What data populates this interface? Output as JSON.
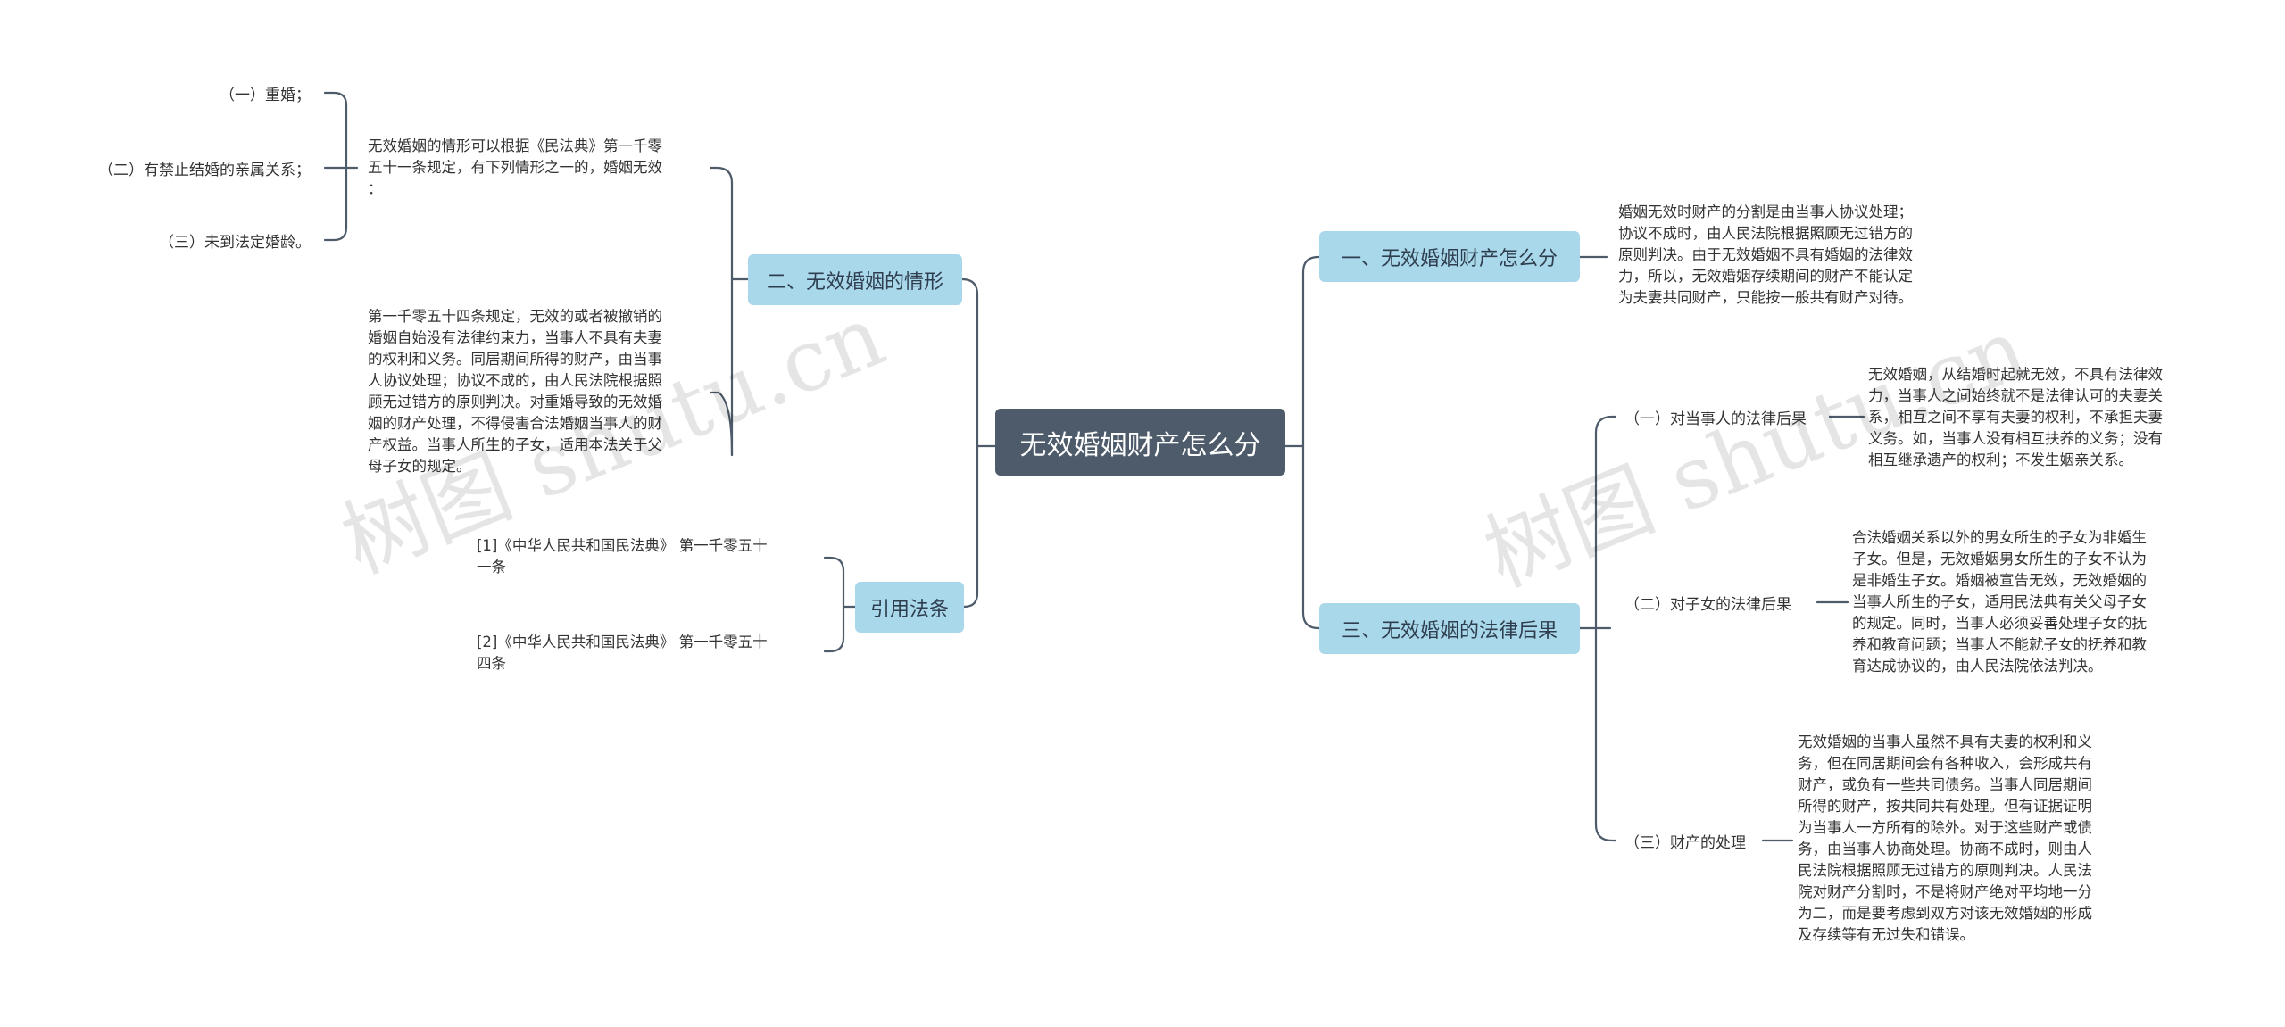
{
  "root": {
    "label": "无效婚姻财产怎么分"
  },
  "left": {
    "branch2": {
      "label": "二、无效婚姻的情形",
      "intro_lines": [
        "无效婚姻的情形可以根据《民法典》第一千零",
        "五十一条规定，有下列情形之一的，婚姻无效",
        "："
      ],
      "items": [
        "（一）重婚；",
        "（二）有禁止结婚的亲属关系；",
        "（三）未到法定婚龄。"
      ],
      "article_lines": [
        "第一千零五十四条规定，无效的或者被撤销的",
        "婚姻自始没有法律约束力，当事人不具有夫妻",
        "的权利和义务。同居期间所得的财产，由当事",
        "人协议处理；协议不成的，由人民法院根据照",
        "顾无过错方的原则判决。对重婚导致的无效婚",
        "姻的财产处理，不得侵害合法婚姻当事人的财",
        "产权益。当事人所生的子女，适用本法关于父",
        "母子女的规定。"
      ]
    },
    "citations": {
      "label": "引用法条",
      "items": [
        [
          "[1]《中华人民共和国民法典》 第一千零五十",
          "一条"
        ],
        [
          "[2]《中华人民共和国民法典》 第一千零五十",
          "四条"
        ]
      ]
    }
  },
  "right": {
    "branch1": {
      "label": "一、无效婚姻财产怎么分",
      "text_lines": [
        "婚姻无效时财产的分割是由当事人协议处理；",
        "协议不成时，由人民法院根据照顾无过错方的",
        "原则判决。由于无效婚姻不具有婚姻的法律效",
        "力，所以，无效婚姻存续期间的财产不能认定",
        "为夫妻共同财产，只能按一般共有财产对待。"
      ]
    },
    "branch3": {
      "label": "三、无效婚姻的法律后果",
      "subs": [
        {
          "label": "（一）对当事人的法律后果",
          "text_lines": [
            "无效婚姻，从结婚时起就无效，不具有法律效",
            "力，当事人之间始终就不是法律认可的夫妻关",
            "系，相互之间不享有夫妻的权利，不承担夫妻",
            "义务。如，当事人没有相互扶养的义务；没有",
            "相互继承遗产的权利；不发生姻亲关系。"
          ]
        },
        {
          "label": "（二）对子女的法律后果",
          "text_lines": [
            "合法婚姻关系以外的男女所生的子女为非婚生",
            "子女。但是，无效婚姻男女所生的子女不认为",
            "是非婚生子女。婚姻被宣告无效，无效婚姻的",
            "当事人所生的子女，适用民法典有关父母子女",
            "的规定。同时，当事人必须妥善处理子女的抚",
            "养和教育问题；当事人不能就子女的抚养和教",
            "育达成协议的，由人民法院依法判决。"
          ]
        },
        {
          "label": "（三）财产的处理",
          "text_lines": [
            "无效婚姻的当事人虽然不具有夫妻的权利和义",
            "务，但在同居期间会有各种收入，会形成共有",
            "财产，或负有一些共同债务。当事人同居期间",
            "所得的财产，按共同共有处理。但有证据证明",
            "为当事人一方所有的除外。对于这些财产或债",
            "务，由当事人协商处理。协商不成时，则由人",
            "民法院根据照顾无过错方的原则判决。人民法",
            "院对财产分割时，不是将财产绝对平均地一分",
            "为二，而是要考虑到双方对该无效婚姻的形成",
            "及存续等有无过失和错误。"
          ]
        }
      ]
    }
  },
  "watermarks": [
    "树图 shutu.cn",
    "树图 shutu.cn"
  ],
  "colors": {
    "root": "#4d5b6a",
    "topic": "#a9d8ea",
    "line": "#4d5b6a"
  }
}
